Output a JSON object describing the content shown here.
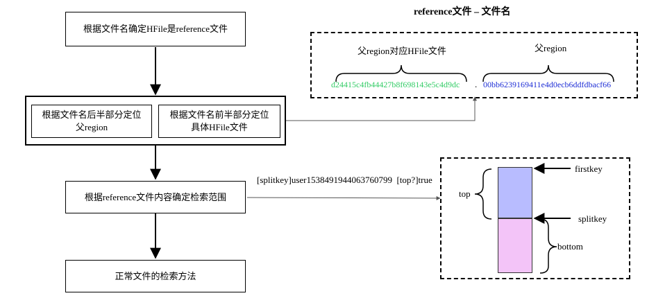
{
  "flow": {
    "step1": "根据文件名确定HFile是reference文件",
    "step2_left": "根据文件名后半部分定位\n父region",
    "step2_right": "根据文件名前半部分定位\n具体HFile文件",
    "step3": "根据reference文件内容确定检索范围",
    "step4": "正常文件的检索方法"
  },
  "filename_panel": {
    "title": "reference文件 – 文件名",
    "left_label": "父region对应HFile文件",
    "right_label": "父region",
    "left_value": "d24415c4fb44427b8f698143e5c4d9dc",
    "separator": ".",
    "right_value": "00bb6239169411e4d0ecb6ddfdbacf66"
  },
  "reference_content": "[splitkey]user1538491944063760799  [top?]true",
  "range_panel": {
    "firstkey": "firstkey",
    "splitkey": "splitkey",
    "top": "top",
    "bottom": "bottom"
  },
  "colors": {
    "left_value": "#33cc66",
    "right_value": "#1f2fd6",
    "top_segment": "#b8bcff",
    "bottom_segment": "#f3c4f8"
  }
}
